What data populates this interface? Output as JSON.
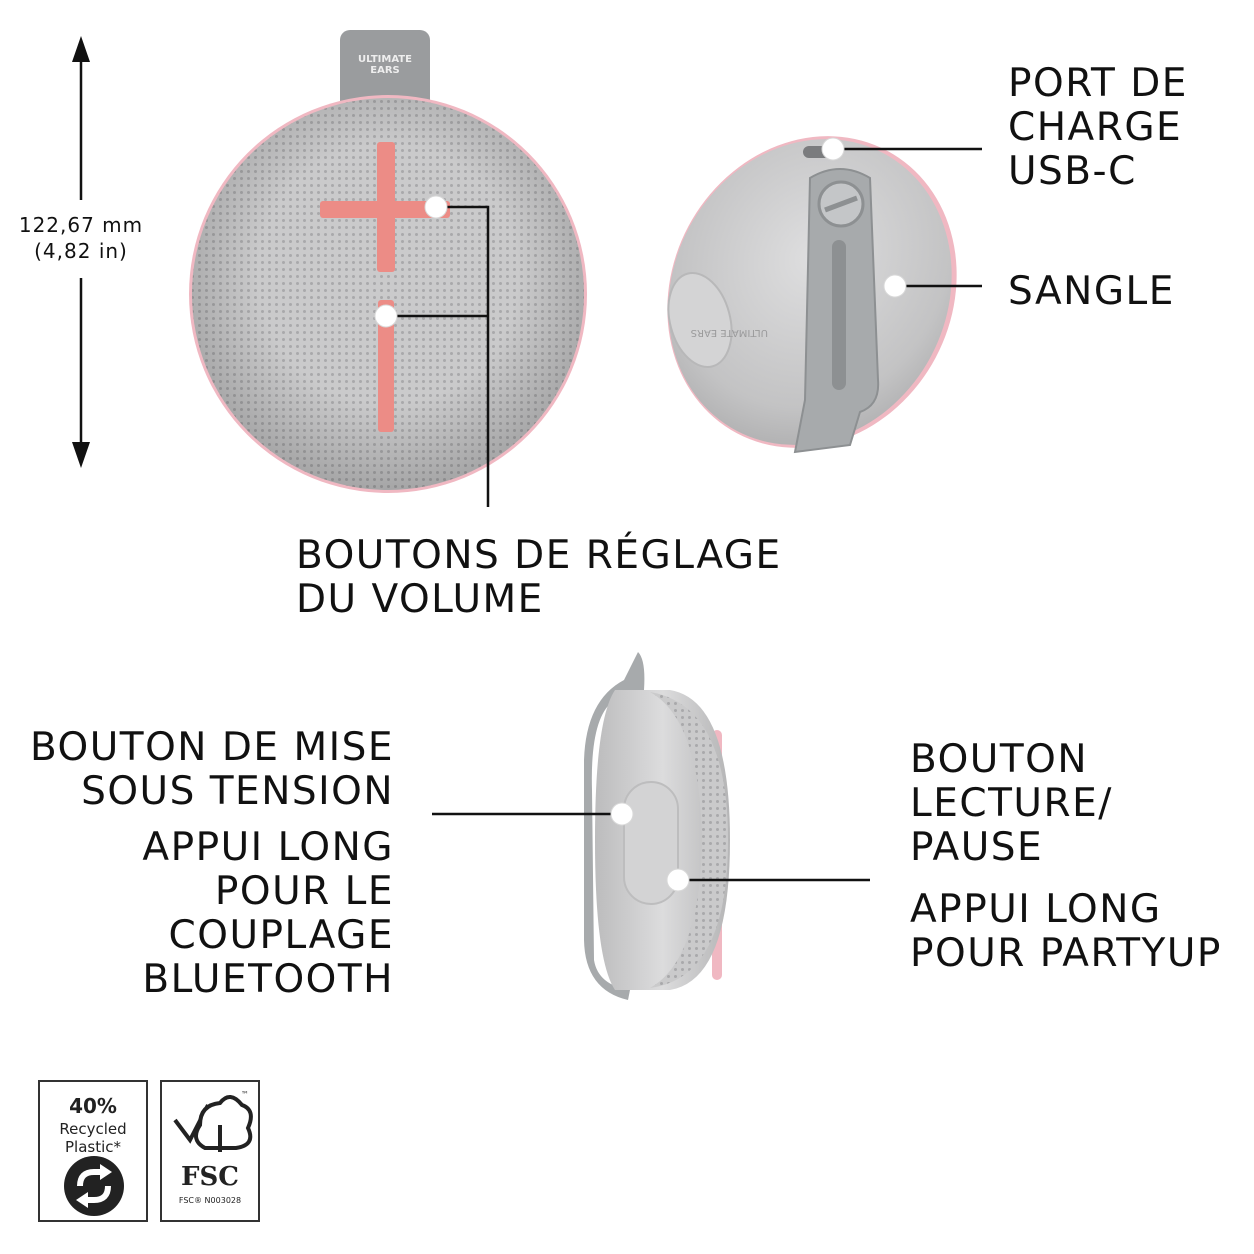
{
  "dimension": {
    "mm": "122,67 mm",
    "inches": "(4,82 in)"
  },
  "brand_tag": {
    "line1": "ULTIMATE",
    "line2": "EARS"
  },
  "labels": {
    "usb_port": [
      "PORT DE",
      "CHARGE",
      "USB-C"
    ],
    "strap": [
      "SANGLE"
    ],
    "volume": [
      "BOUTONS DE RÉGLAGE",
      "DU VOLUME"
    ],
    "power": [
      "BOUTON DE MISE",
      "SOUS TENSION"
    ],
    "power_hint": [
      "APPUI LONG",
      "POUR LE",
      "COUPLAGE",
      "BLUETOOTH"
    ],
    "play": [
      "BOUTON",
      "LECTURE/",
      "PAUSE"
    ],
    "play_hint": [
      "APPUI LONG",
      "POUR PARTYUP"
    ]
  },
  "badges": {
    "recycled": {
      "percent": "40%",
      "line1": "Recycled",
      "line2": "Plastic*"
    },
    "fsc": {
      "logo": "FSC",
      "tm": "™",
      "code": "FSC® N003028"
    }
  },
  "colors": {
    "speaker_body": "#c9c9ca",
    "mesh": "#bdbdbe",
    "accent_buttons": "#ec8c86",
    "strap": "#a9acae",
    "rim": "#f0b8c2"
  }
}
